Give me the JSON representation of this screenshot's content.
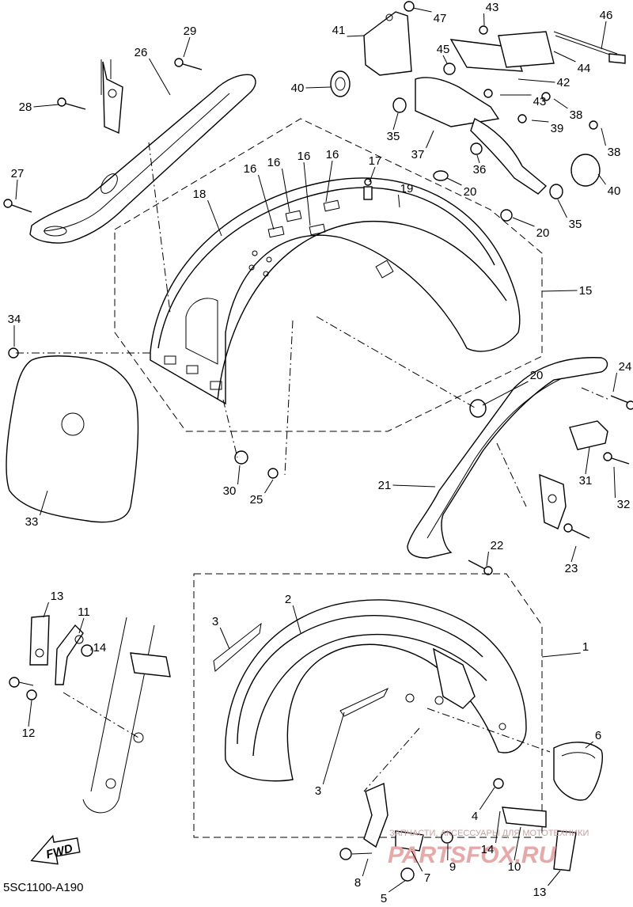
{
  "diagram": {
    "part_code": "5SC1100-A190",
    "direction_label": "FWD",
    "watermark_line1": "ЗАПЧАСТИ, АКСЕССУАРЫ ДЛЯ МОТОТЕХНИКИ",
    "watermark_line2": "PARTSFOX.RU",
    "callouts": [
      {
        "id": "c1",
        "label": "1"
      },
      {
        "id": "c2",
        "label": "2"
      },
      {
        "id": "c3a",
        "label": "3"
      },
      {
        "id": "c3b",
        "label": "3"
      },
      {
        "id": "c4",
        "label": "4"
      },
      {
        "id": "c5",
        "label": "5"
      },
      {
        "id": "c6",
        "label": "6"
      },
      {
        "id": "c7",
        "label": "7"
      },
      {
        "id": "c8",
        "label": "8"
      },
      {
        "id": "c9",
        "label": "9"
      },
      {
        "id": "c10",
        "label": "10"
      },
      {
        "id": "c11",
        "label": "11"
      },
      {
        "id": "c12",
        "label": "12"
      },
      {
        "id": "c13a",
        "label": "13"
      },
      {
        "id": "c13b",
        "label": "13"
      },
      {
        "id": "c14a",
        "label": "14"
      },
      {
        "id": "c14b",
        "label": "14"
      },
      {
        "id": "c15",
        "label": "15"
      },
      {
        "id": "c16a",
        "label": "16"
      },
      {
        "id": "c16b",
        "label": "16"
      },
      {
        "id": "c16c",
        "label": "16"
      },
      {
        "id": "c16d",
        "label": "16"
      },
      {
        "id": "c17",
        "label": "17"
      },
      {
        "id": "c18",
        "label": "18"
      },
      {
        "id": "c19",
        "label": "19"
      },
      {
        "id": "c20a",
        "label": "20"
      },
      {
        "id": "c20b",
        "label": "20"
      },
      {
        "id": "c20c",
        "label": "20"
      },
      {
        "id": "c21",
        "label": "21"
      },
      {
        "id": "c22",
        "label": "22"
      },
      {
        "id": "c23",
        "label": "23"
      },
      {
        "id": "c24",
        "label": "24"
      },
      {
        "id": "c25",
        "label": "25"
      },
      {
        "id": "c26",
        "label": "26"
      },
      {
        "id": "c27",
        "label": "27"
      },
      {
        "id": "c28",
        "label": "28"
      },
      {
        "id": "c29",
        "label": "29"
      },
      {
        "id": "c30",
        "label": "30"
      },
      {
        "id": "c31",
        "label": "31"
      },
      {
        "id": "c32",
        "label": "32"
      },
      {
        "id": "c33",
        "label": "33"
      },
      {
        "id": "c34",
        "label": "34"
      },
      {
        "id": "c35a",
        "label": "35"
      },
      {
        "id": "c35b",
        "label": "35"
      },
      {
        "id": "c36",
        "label": "36"
      },
      {
        "id": "c37",
        "label": "37"
      },
      {
        "id": "c38a",
        "label": "38"
      },
      {
        "id": "c38b",
        "label": "38"
      },
      {
        "id": "c39",
        "label": "39"
      },
      {
        "id": "c40a",
        "label": "40"
      },
      {
        "id": "c40b",
        "label": "40"
      },
      {
        "id": "c41",
        "label": "41"
      },
      {
        "id": "c42",
        "label": "42"
      },
      {
        "id": "c43a",
        "label": "43"
      },
      {
        "id": "c43b",
        "label": "43"
      },
      {
        "id": "c44",
        "label": "44"
      },
      {
        "id": "c45",
        "label": "45"
      },
      {
        "id": "c46",
        "label": "46"
      },
      {
        "id": "c47",
        "label": "47"
      }
    ]
  }
}
